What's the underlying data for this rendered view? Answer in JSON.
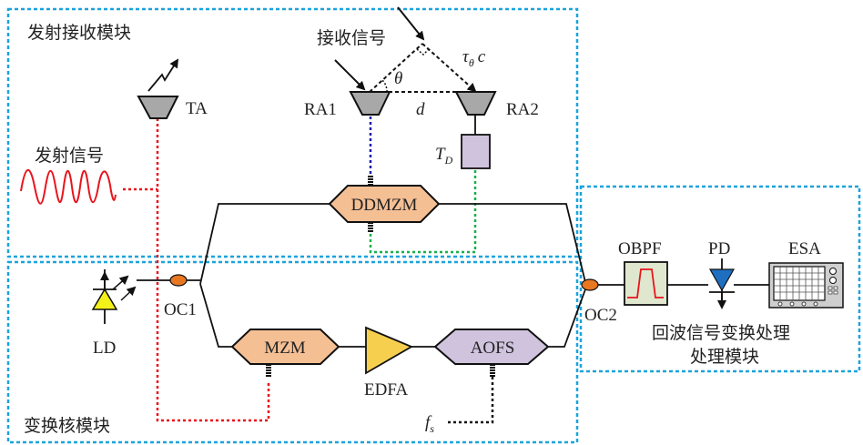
{
  "modules": {
    "tx_rx": "发射接收模块",
    "core": "变换核模块",
    "echo_line1": "回波信号变换处理",
    "echo_line2": "处理模块"
  },
  "labels": {
    "tx_signal": "发射信号",
    "rx_signal": "接收信号",
    "ta": "TA",
    "ra1": "RA1",
    "ra2": "RA2",
    "theta": "θ",
    "d": "d",
    "tau": "τ",
    "tau_sub": "θ",
    "tau_c": "c",
    "td": "T",
    "td_sub": "D",
    "ddmzm": "DDMZM",
    "mzm": "MZM",
    "edfa": "EDFA",
    "aofs": "AOFS",
    "ld": "LD",
    "oc1": "OC1",
    "oc2": "OC2",
    "obpf": "OBPF",
    "pd": "PD",
    "esa": "ESA",
    "fs": "f",
    "fs_sub": "s"
  },
  "colors": {
    "module_border": "#1aa3dc",
    "tx_path": "#e8141c",
    "ra1_path": "#1c1ca8",
    "ra2_path": "#18b04a",
    "modulator_fill": "#f5bf94",
    "aofs_fill": "#cfc3dd",
    "td_fill": "#cfc3dd",
    "edfa_fill": "#f7cf4f",
    "coupler_fill": "#e87722",
    "obpf_fill": "#dfe8cf",
    "pd_fill": "#1f6fc0",
    "ld_fill": "#f4f019",
    "antenna_fill": "#a8a8a8"
  }
}
